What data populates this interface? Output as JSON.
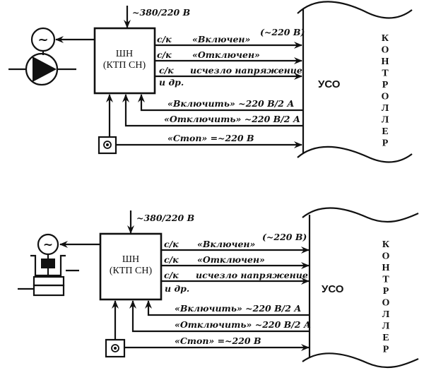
{
  "diagrams": [
    {
      "id": "pump",
      "actuator": "pump",
      "supply_label": "~380/220 В",
      "box_line1": "ШН",
      "box_line2": "(КТП СН)",
      "status_voltage": "(~220 В)",
      "outputs": [
        {
          "prefix": "с/к",
          "label": "«Включен»"
        },
        {
          "prefix": "с/к",
          "label": "«Отключен»"
        },
        {
          "prefix": "с/к",
          "label": "исчезло напряжение"
        }
      ],
      "outputs_more": "и др.",
      "commands": [
        {
          "label": "«Включить» ~220 В/2 А"
        },
        {
          "label": "«Отключить» ~220 В/2 А"
        },
        {
          "label": "«Стоп» =~220 В"
        }
      ],
      "uso_label": "УСО",
      "controller_label": "КОНТРОЛЛЕР",
      "motor_symbol": "~"
    },
    {
      "id": "valve",
      "actuator": "valve",
      "supply_label": "~380/220 В",
      "box_line1": "ШН",
      "box_line2": "(КТП СН)",
      "status_voltage": "(~220 В)",
      "outputs": [
        {
          "prefix": "с/к",
          "label": "«Включен»"
        },
        {
          "prefix": "с/к",
          "label": "«Отключен»"
        },
        {
          "prefix": "с/к",
          "label": "исчезло напряжение"
        }
      ],
      "outputs_more": "и др.",
      "commands": [
        {
          "label": "«Включить» ~220 В/2 А"
        },
        {
          "label": "«Отключить» ~220 В/2 А"
        },
        {
          "label": "«Стоп» =~220 В"
        }
      ],
      "uso_label": "УСО",
      "controller_label": "КОНТРОЛЛЕР",
      "motor_symbol": "~"
    }
  ]
}
